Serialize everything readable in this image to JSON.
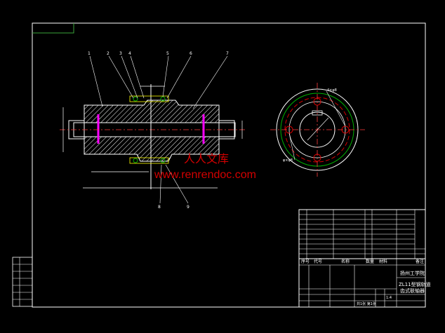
{
  "watermark": {
    "cn_text": "人人文库",
    "url_text": "www.renrendoc.com",
    "color": "#d40000"
  },
  "front_view": {
    "leader_numbers": [
      "1",
      "2",
      "3",
      "4",
      "5",
      "6",
      "7"
    ],
    "bottom_leader_numbers": [
      "8",
      "9"
    ]
  },
  "side_view": {
    "label_top": "4×φ8",
    "label_bottom": "φ×φ8"
  },
  "title_block": {
    "school": "扬州工学院",
    "drawing_title_1": "ZL11型钢轨道",
    "drawing_title_2": "齿式联轴器",
    "scale": "1:4",
    "sheet": "共1张 第1张",
    "header_cols": [
      "序号",
      "代号",
      "名称",
      "数量",
      "材料",
      "备注"
    ]
  },
  "colors": {
    "background": "#000000",
    "line": "#ffffff",
    "hatch": "#ffffff",
    "centerline": "#ff3b3b",
    "circle_red": "#d40000",
    "circle_green": "#00b000",
    "magenta": "#ff00ff",
    "yellow": "#ffff00",
    "green_border": "#3aa43a"
  }
}
